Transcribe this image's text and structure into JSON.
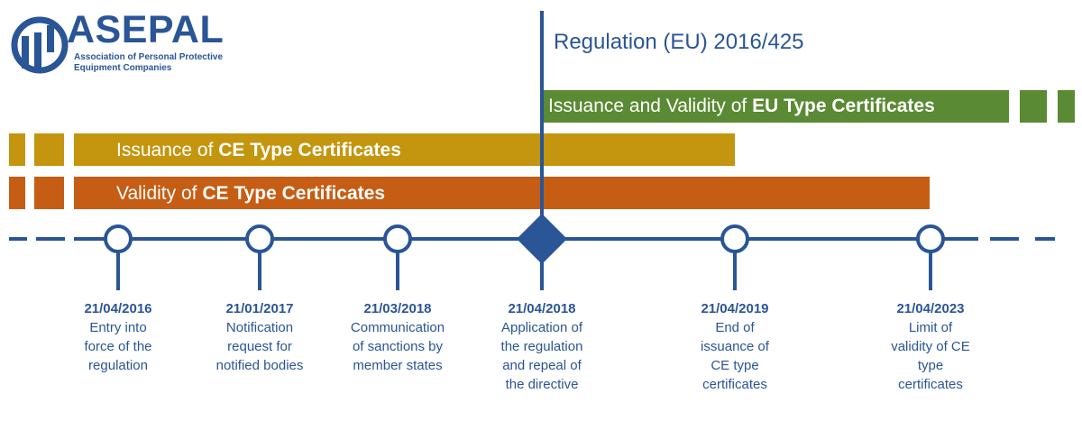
{
  "logo": {
    "name": "ASEPAL",
    "subtitle": "Association of Personal Protective Equipment Companies"
  },
  "regulation_title": "Regulation (EU) 2016/425",
  "colors": {
    "blue": "#2a5596",
    "green": "#5a8a33",
    "gold": "#c4950e",
    "orange": "#c65d14"
  },
  "bars": {
    "eu_issuance": {
      "prefix": "Issuance and Validity of ",
      "bold": "EU Type Certificates"
    },
    "ce_issuance": {
      "prefix": "Issuance of ",
      "bold": "CE Type Certificates"
    },
    "ce_validity": {
      "prefix": "Validity of ",
      "bold": "CE Type Certificates"
    }
  },
  "milestones": [
    {
      "date": "21/04/2016",
      "desc": [
        "Entry into",
        "force of the",
        "regulation"
      ]
    },
    {
      "date": "21/01/2017",
      "desc": [
        "Notification",
        "request for",
        "notified bodies"
      ]
    },
    {
      "date": "21/03/2018",
      "desc": [
        "Communication",
        "of sanctions by",
        "member states"
      ]
    },
    {
      "date": "21/04/2018",
      "desc": [
        "Application of",
        "the regulation",
        "and repeal of",
        "the directive"
      ]
    },
    {
      "date": "21/04/2019",
      "desc": [
        "End of",
        "issuance of",
        "CE type",
        "certificates"
      ]
    },
    {
      "date": "21/04/2023",
      "desc": [
        "Limit of",
        "validity of CE",
        "type",
        "certificates"
      ]
    }
  ]
}
